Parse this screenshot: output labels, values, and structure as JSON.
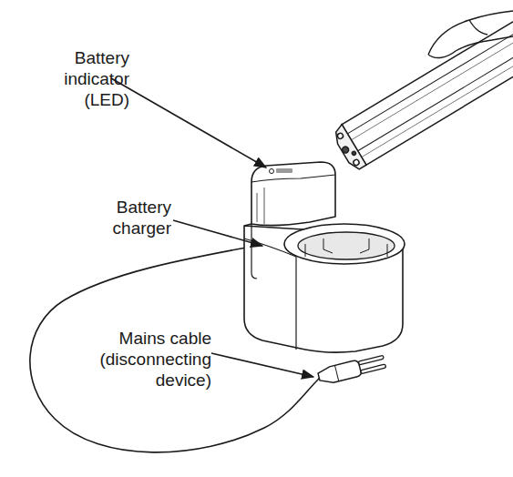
{
  "diagram": {
    "labels": [
      "Battery indicator (LED)",
      "Battery charger",
      "Mains cable (disconnecting device)"
    ]
  }
}
